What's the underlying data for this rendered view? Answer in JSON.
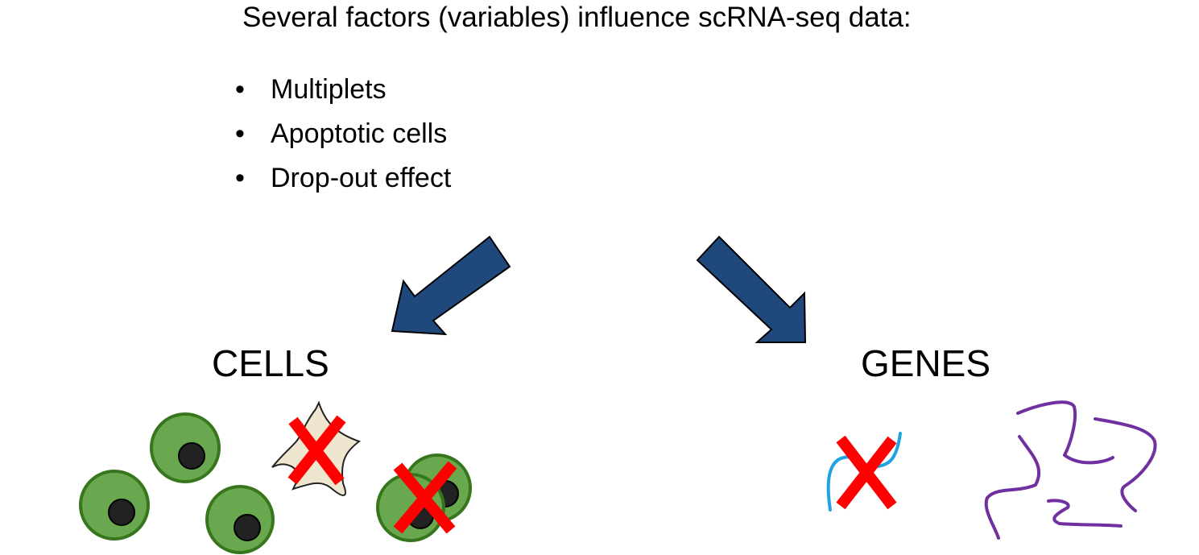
{
  "title": "Several factors (variables) influence scRNA-seq data:",
  "bullet_glyph": "•",
  "factors": [
    "Multiplets",
    "Apoptotic cells",
    "Drop-out effect"
  ],
  "labels": {
    "cells": "CELLS",
    "genes": "GENES"
  },
  "colors": {
    "arrow_fill": "#1f497d",
    "cell_fill": "#6aa84f",
    "cell_stroke": "#38761d",
    "nucleus": "#222222",
    "cross": "#ff0000",
    "apoptotic_fill": "#efe6cf",
    "gene_dropout": "#1fa3e0",
    "gene_line": "#7030a0"
  }
}
